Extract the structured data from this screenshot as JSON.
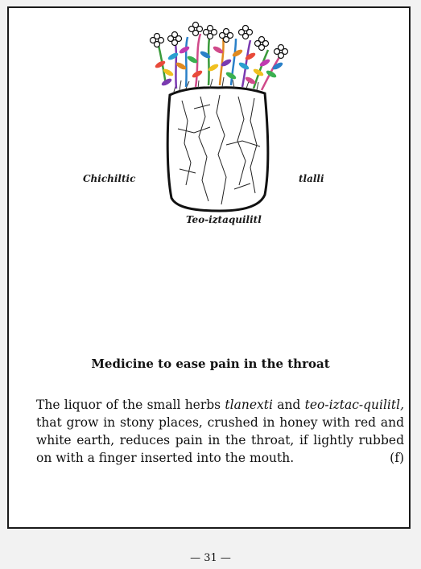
{
  "illustration": {
    "label_left": "Chichiltic",
    "label_right": "tlalli",
    "label_bottom": "Teo-iztaquilitl"
  },
  "title": "Medicine to ease pain in the throat",
  "paragraph": {
    "part1": "The liquor of the small herbs ",
    "italic1": "tlanexti",
    "part2": " and ",
    "italic2": "teo-iztac-quilitl,",
    "part3": " that grow in stony places, crushed in honey with red and white earth, reduces pain in the throat, if lightly rubbed on with a finger inserted into the mouth.",
    "reference": "(f)"
  },
  "folio": "— 31 —"
}
